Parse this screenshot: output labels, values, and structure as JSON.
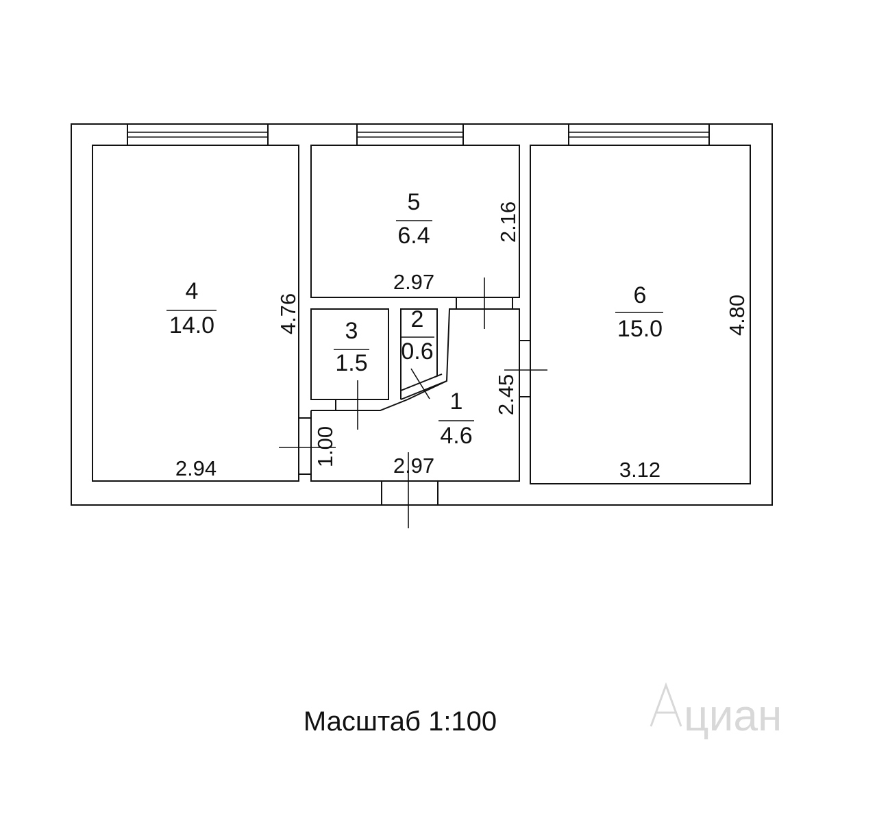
{
  "plan": {
    "rooms": [
      {
        "id": "4",
        "number": "4",
        "area": "14.0",
        "width_label": "2.94",
        "height_label": "4.76"
      },
      {
        "id": "5",
        "number": "5",
        "area": "6.4",
        "width_label": "2.97",
        "height_label": "2.16"
      },
      {
        "id": "3",
        "number": "3",
        "area": "1.5"
      },
      {
        "id": "2",
        "number": "2",
        "area": "0.6"
      },
      {
        "id": "1",
        "number": "1",
        "area": "4.6",
        "width_label": "2.97",
        "height_label": "2.45",
        "door_label": "1.00"
      },
      {
        "id": "6",
        "number": "6",
        "area": "15.0",
        "width_label": "3.12",
        "height_label": "4.80"
      }
    ],
    "scale_label": "Масштаб 1:100",
    "watermark": "циан"
  }
}
